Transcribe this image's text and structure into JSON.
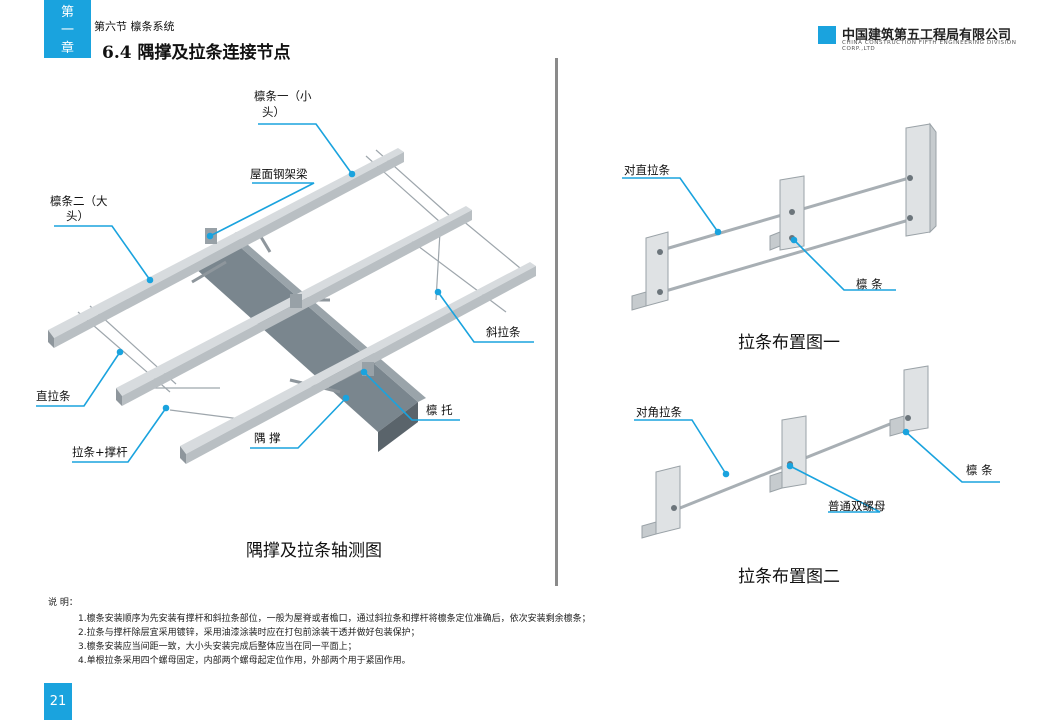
{
  "header": {
    "chapter_label": "第\n一\n章",
    "section_small": "第六节  檩条系统",
    "section_title": "6.4  隅撑及拉条连接节点",
    "company_cn": "中国建筑第五工程局有限公司",
    "company_en": "CHINA CONSTRUCTION FIFTH ENGINEERING DIVISION CORP.,LTD"
  },
  "left_diagram": {
    "caption": "隅撑及拉条轴测图",
    "labels": {
      "purlin_small": "檩条一（小",
      "purlin_small_2": "头）",
      "roof_beam": "屋面钢架梁",
      "purlin_big": "檩条二（大",
      "purlin_big_2": "头）",
      "diagonal_tie": "斜拉条",
      "straight_tie": "直拉条",
      "purlin_support": "檩  托",
      "tie_strut": "拉条+撑杆",
      "knee_brace": "隅  撑"
    }
  },
  "right_top": {
    "caption": "拉条布置图一",
    "labels": {
      "opposite_straight_tie": "对直拉条",
      "purlin": "檩  条"
    }
  },
  "right_bottom": {
    "caption": "拉条布置图二",
    "labels": {
      "diagonal_tie": "对角拉条",
      "double_nut": "普通双螺母",
      "purlin": "檩  条"
    }
  },
  "notes": {
    "heading": "说  明：",
    "items": [
      "1.檩条安装顺序为先安装有撑杆和斜拉条部位，一般为屋脊或者檐口，通过斜拉条和撑杆将檩条定位准确后，依次安装剩余檩条；",
      "2.拉条与撑杆除层宜采用镀锌，采用油漆涂装时应在打包前涂装干透并做好包装保护；",
      "3.檩条安装应当间距一致，大小头安装完成后整体应当在同一平面上；",
      "4.单根拉条采用四个螺母固定，内部两个螺母起定位作用，外部两个用于紧固作用。"
    ]
  },
  "page_number": "21",
  "colors": {
    "accent": "#1aa3de",
    "steel": "#c9ced2",
    "steel_dark": "#8e969c",
    "beam": "#6f7b83"
  }
}
